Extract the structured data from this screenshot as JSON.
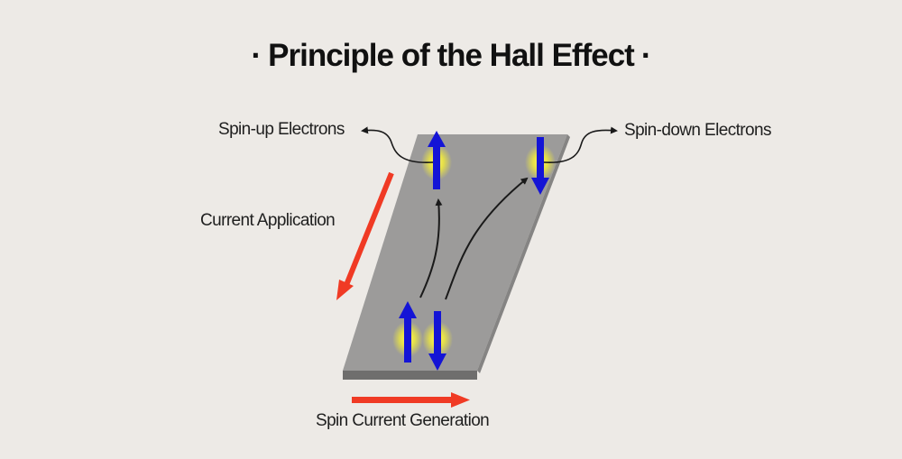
{
  "title": {
    "text": "Principle of the Hall Effect",
    "left_dot": "·",
    "right_dot": "·"
  },
  "labels": {
    "spin_up": "Spin-up Electrons",
    "spin_down": "Spin-down Electrons",
    "current_application": "Current Application",
    "spin_current_generation": "Spin Current Generation"
  },
  "colors": {
    "background": "#edeae6",
    "slab_top": "#9c9b9a",
    "slab_edge": "#6f6e6d",
    "spin_arrow": "#1414d6",
    "electron_glow": "#f2ec3a",
    "current_arrow": "#f03a24",
    "path_arrow": "#1a1a1a"
  }
}
